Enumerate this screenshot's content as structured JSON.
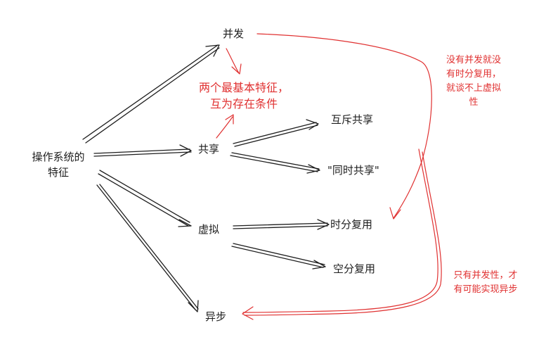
{
  "nodes": {
    "root_line1": "操作系统的",
    "root_line2": "特征",
    "concurrency": "并发",
    "sharing": "共享",
    "virtual": "虚拟",
    "async": "异步",
    "mutex_share": "互斥共享",
    "simul_share": "\"同时共享\"",
    "time_div": "时分复用",
    "space_div": "空分复用"
  },
  "notes": {
    "center_line1": "两个最基本特征，",
    "center_line2": "互为存在条件",
    "right_top_line1": "没有并发就没",
    "right_top_line2": "有时分复用，",
    "right_top_line3": "就谈不上虚拟",
    "right_top_line4": "性",
    "right_bottom_line1": "只有并发性，才",
    "right_bottom_line2": "有可能实现异步"
  },
  "colors": {
    "ink": "#1e1e1e",
    "accent_red": "#e03131",
    "background": "#ffffff"
  }
}
